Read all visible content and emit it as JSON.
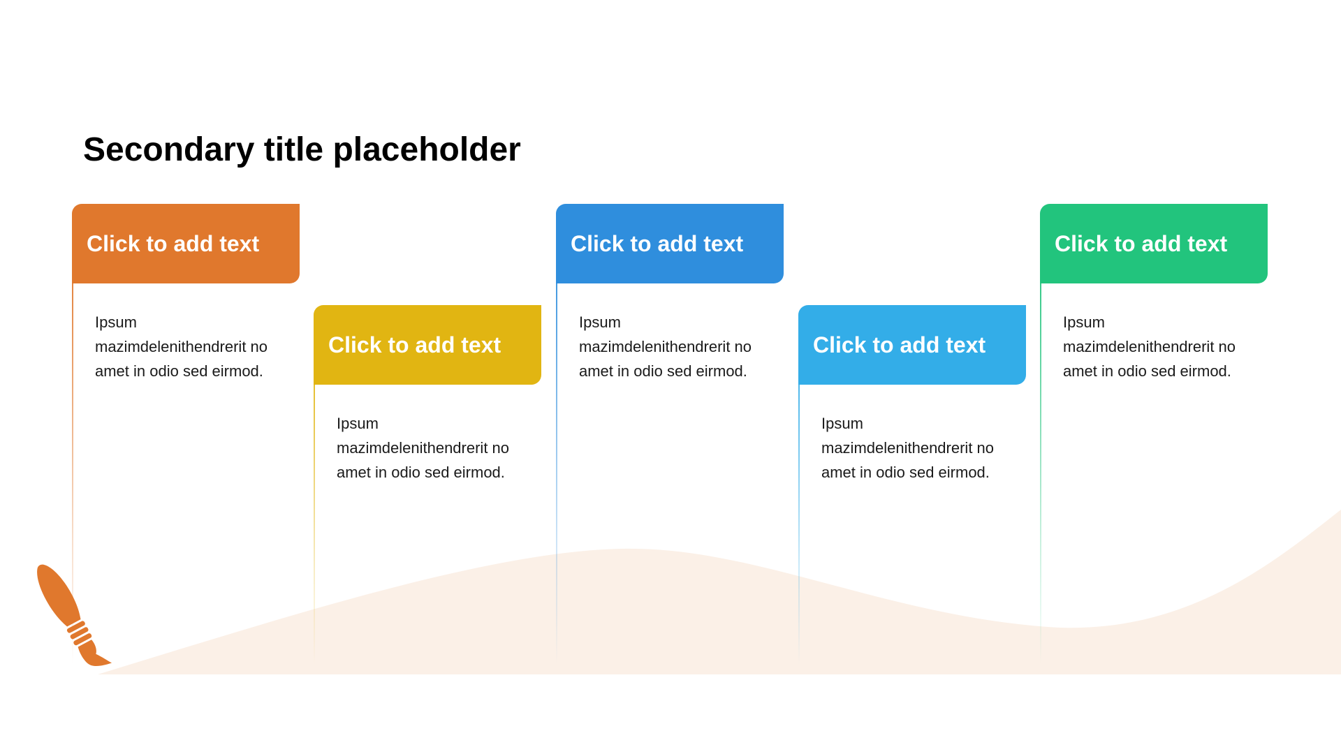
{
  "slide": {
    "title": "Secondary title placeholder"
  },
  "steps": [
    {
      "label": "Click to add text",
      "text": "Ipsum mazimdelenithendrerit no amet in odio sed eirmod.",
      "color": "#E0782D"
    },
    {
      "label": "Click to add text",
      "text": "Ipsum mazimdelenithendrerit no amet in odio sed eirmod.",
      "color": "#E1B512"
    },
    {
      "label": "Click to add text",
      "text": "Ipsum mazimdelenithendrerit no amet in odio sed eirmod.",
      "color": "#2F8EDD"
    },
    {
      "label": "Click to add text",
      "text": "Ipsum mazimdelenithendrerit no amet in odio sed eirmod.",
      "color": "#33ADE8"
    },
    {
      "label": "Click to add text",
      "text": "Ipsum mazimdelenithendrerit no amet in odio sed eirmod.",
      "color": "#22C47D"
    }
  ],
  "decor": {
    "wave_color": "#FBF0E7",
    "brush_color": "#E0782D",
    "brush_icon": "paintbrush-icon"
  }
}
